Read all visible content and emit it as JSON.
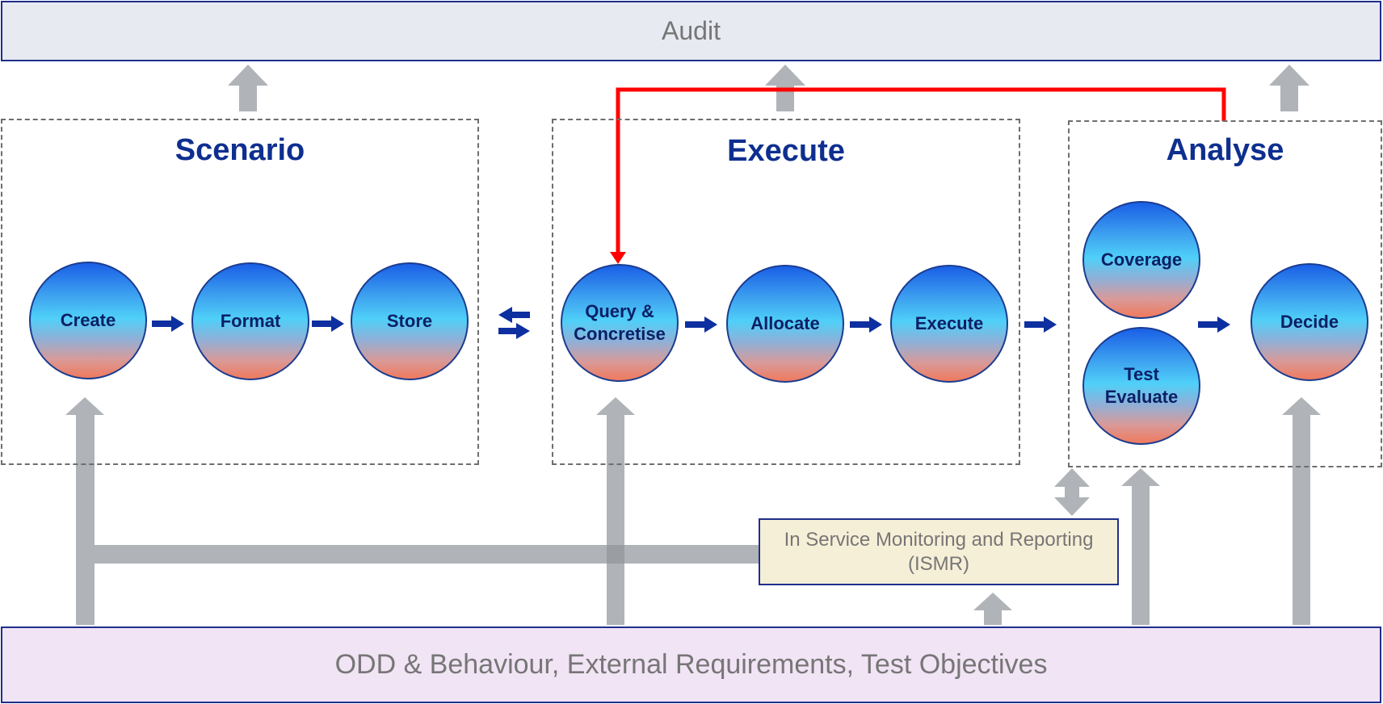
{
  "top_bar": {
    "label": "Audit"
  },
  "bottom_bar": {
    "label": "ODD & Behaviour, External Requirements, Test Objectives"
  },
  "ismr_box": {
    "line1": "In Service Monitoring and Reporting",
    "line2": "(ISMR)"
  },
  "groups": {
    "scenario": {
      "title": "Scenario"
    },
    "execute": {
      "title": "Execute"
    },
    "analyse": {
      "title": "Analyse"
    }
  },
  "nodes": {
    "create": {
      "line1": "Create",
      "line2": ""
    },
    "format": {
      "line1": "Format",
      "line2": ""
    },
    "store": {
      "line1": "Store",
      "line2": ""
    },
    "query": {
      "line1": "Query &",
      "line2": "Concretise"
    },
    "allocate": {
      "line1": "Allocate",
      "line2": ""
    },
    "execute": {
      "line1": "Execute",
      "line2": ""
    },
    "coverage": {
      "line1": "Coverage",
      "line2": ""
    },
    "test_evaluate": {
      "line1": "Test",
      "line2": "Evaluate"
    },
    "decide": {
      "line1": "Decide",
      "line2": ""
    }
  },
  "colors": {
    "flow_arrow": "#0d2fa0",
    "feedback_line": "#ff0000",
    "grey_arrow": "#b0b3b8",
    "title_text": "#0e2f8f"
  }
}
